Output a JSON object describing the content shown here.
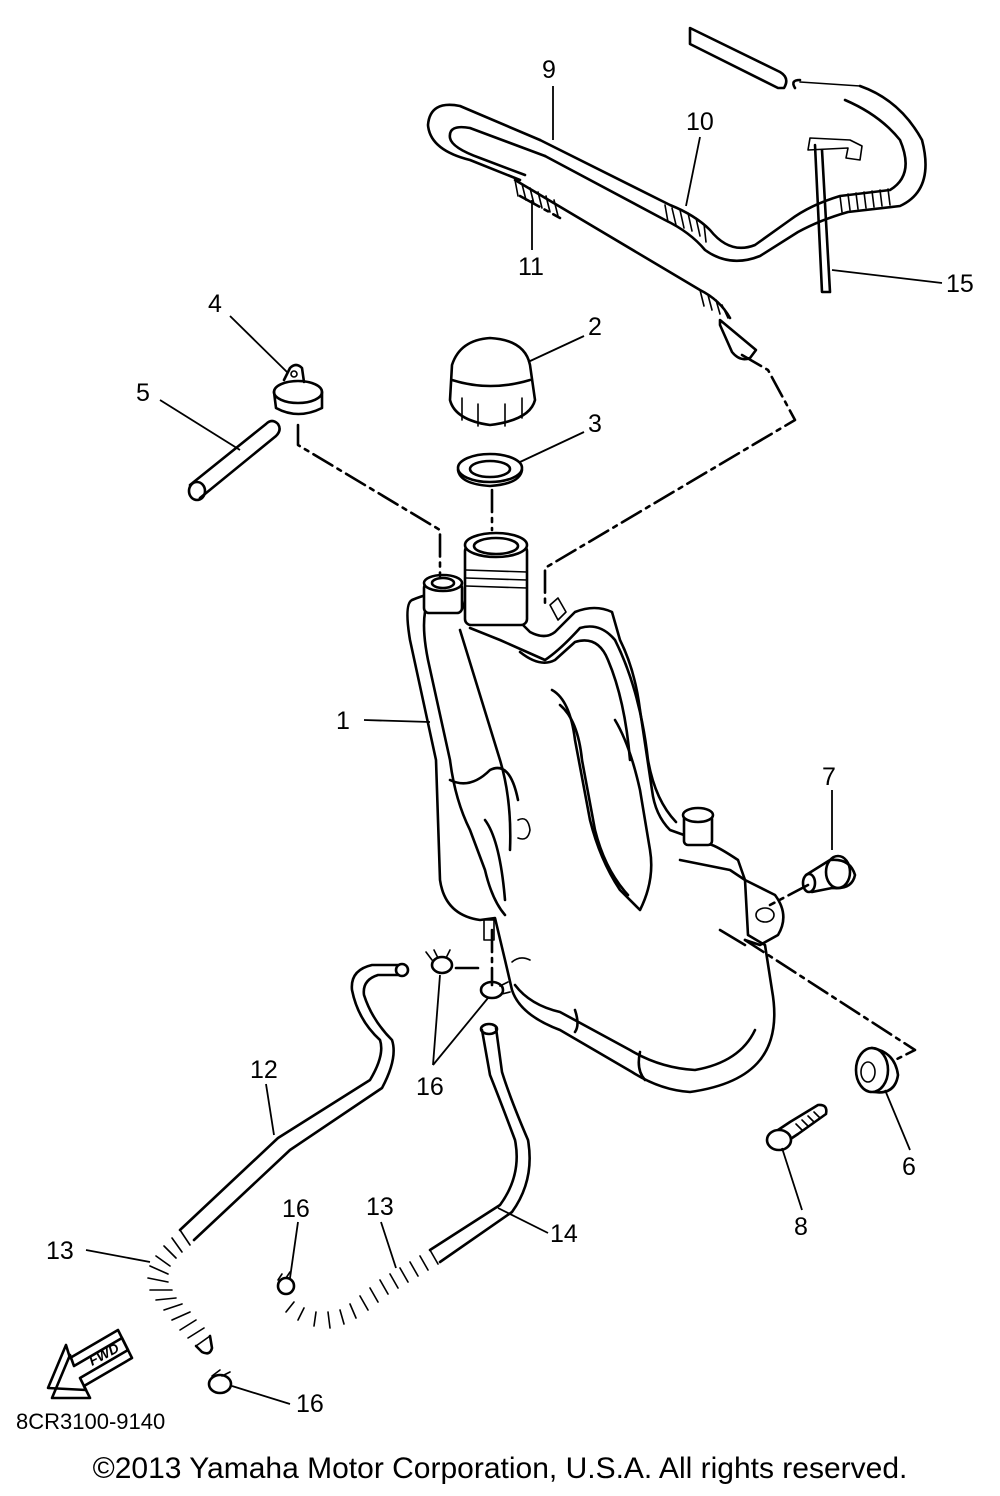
{
  "callouts": {
    "c1": "1",
    "c2": "2",
    "c3": "3",
    "c4": "4",
    "c5": "5",
    "c6": "6",
    "c7": "7",
    "c8": "8",
    "c9": "9",
    "c10": "10",
    "c11": "11",
    "c12": "12",
    "c13a": "13",
    "c13b": "13",
    "c14": "14",
    "c15": "15",
    "c16a": "16",
    "c16b": "16",
    "c16c": "16"
  },
  "fwd_label": "FWD",
  "drawing_code": "8CR3100-9140",
  "copyright": "©2013 Yamaha Motor Corporation, U.S.A. All rights reserved."
}
